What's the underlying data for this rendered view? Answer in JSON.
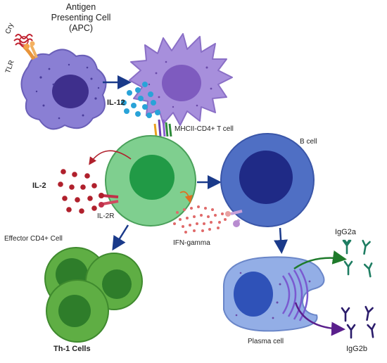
{
  "labels": {
    "apc_line1": "Antigen",
    "apc_line2": "Presenting Cell",
    "apc_line3": "(APC)",
    "cry": "Cry",
    "tlr": "TLR",
    "il12": "IL-12",
    "mhc": "MHCII-CD4+ T cell",
    "bcell": "B cell",
    "il2": "IL-2",
    "il2r": "IL-2R",
    "ifn": "IFN-gamma",
    "effector": "Effector CD4+ Cell",
    "th1": "Th-1 Cells",
    "plasma": "Plasma cell",
    "igg2a": "IgG2a",
    "igg2b": "IgG2b"
  },
  "colors": {
    "apc_body": "#8a7fd4",
    "apc_nucleus": "#3e2f8c",
    "dendritic_body": "#a78fdc",
    "dendritic_nucleus": "#7e5bbf",
    "il12_dot": "#29a3d8",
    "tcell_body": "#7fcf8f",
    "tcell_nucleus": "#219a46",
    "bcell_body": "#4f6fc4",
    "bcell_nucleus": "#1f2a86",
    "il2_dot": "#b0202c",
    "ifn_dot": "#e06a6a",
    "effector_body": "#5fae44",
    "effector_nucleus": "#2e7d2a",
    "plasma_body": "#93aee6",
    "plasma_nucleus": "#2f52b8",
    "igg2a_color": "#1e7d62",
    "igg2b_color": "#2a1b6a",
    "arrow_blue": "#1a3a8a",
    "arrow_green": "#1e7a2a",
    "arrow_purple": "#5a1f8c",
    "arrow_red": "#b0202c",
    "arrow_orange": "#e07020"
  }
}
